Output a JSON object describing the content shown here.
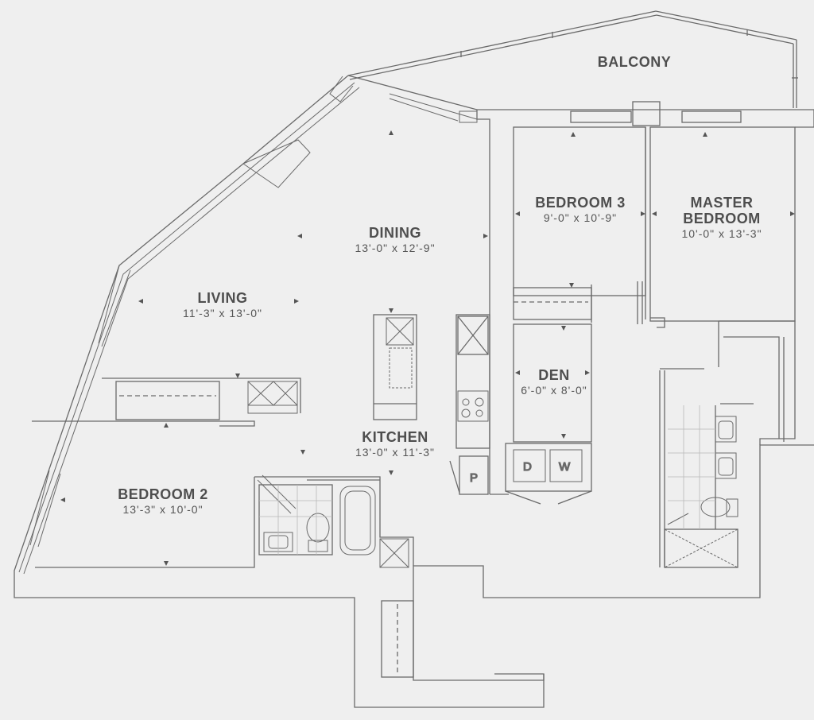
{
  "rooms": {
    "balcony": {
      "name": "BALCONY"
    },
    "dining": {
      "name": "DINING",
      "dim": "13'-0\" x 12'-9\""
    },
    "living": {
      "name": "LIVING",
      "dim": "11'-3\" x 13'-0\""
    },
    "kitchen": {
      "name": "KITCHEN",
      "dim": "13'-0\" x 11'-3\""
    },
    "bedroom2": {
      "name": "BEDROOM 2",
      "dim": "13'-3\" x 10'-0\""
    },
    "bedroom3": {
      "name": "BEDROOM 3",
      "dim": "9'-0\" x 10'-9\""
    },
    "master": {
      "name_line1": "MASTER",
      "name_line2": "BEDROOM",
      "dim": "10'-0\" x 13'-3\""
    },
    "den": {
      "name": "DEN",
      "dim": "6'-0\" x 8'-0\""
    }
  },
  "appliances": {
    "dryer": "D",
    "washer": "W",
    "pantry": "P"
  },
  "colors": {
    "background": "#efefef",
    "wall": "#6a6a6a",
    "text": "#4e4e4e"
  }
}
